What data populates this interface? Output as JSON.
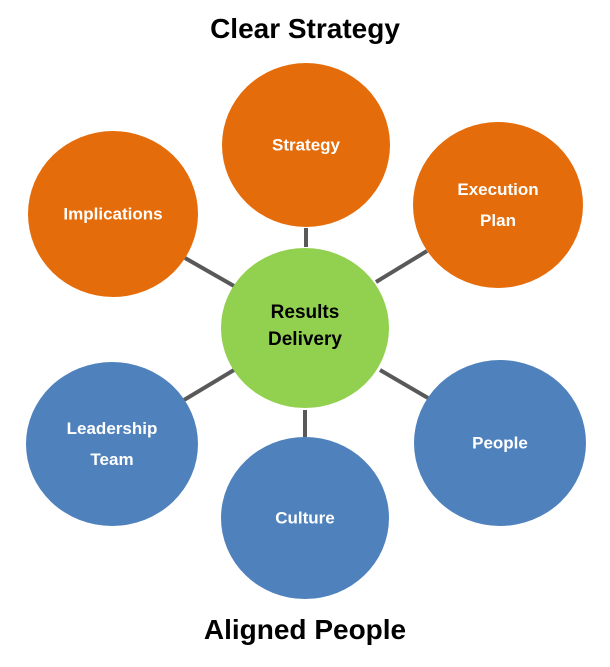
{
  "headings": {
    "top": "Clear Strategy",
    "bottom": "Aligned People"
  },
  "colors": {
    "strategy_nodes": "#E46C0A",
    "people_nodes": "#4F81BD",
    "center_node": "#92D050",
    "connector": "#595959",
    "node_text": "#FFFFFF",
    "center_text": "#000000"
  },
  "center": {
    "label": [
      "Results",
      "Delivery"
    ]
  },
  "nodes": [
    {
      "id": "strategy",
      "group": "strategy",
      "label": [
        "Strategy"
      ]
    },
    {
      "id": "execution-plan",
      "group": "strategy",
      "label": [
        "Execution",
        "Plan"
      ]
    },
    {
      "id": "implications",
      "group": "strategy",
      "label": [
        "Implications"
      ]
    },
    {
      "id": "people",
      "group": "people",
      "label": [
        "People"
      ]
    },
    {
      "id": "culture",
      "group": "people",
      "label": [
        "Culture"
      ]
    },
    {
      "id": "leadership-team",
      "group": "people",
      "label": [
        "Leadership",
        "Team"
      ]
    }
  ]
}
